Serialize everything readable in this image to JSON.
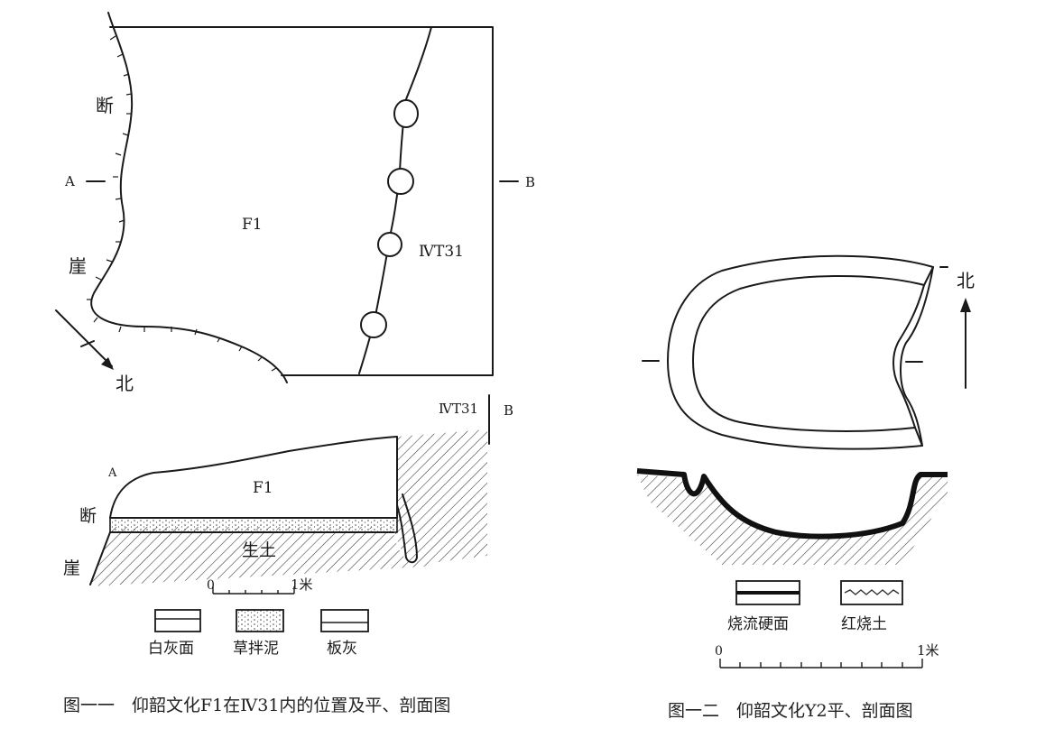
{
  "figure_11": {
    "plan": {
      "cliff_chars": [
        "断",
        "崖"
      ],
      "point_a": "A",
      "point_b": "B",
      "house_label": "F1",
      "trench_label": "ⅣT31",
      "north": "北"
    },
    "section": {
      "trench_label": "ⅣT31",
      "point_b": "B",
      "point_a": "A",
      "house_label": "F1",
      "cliff_chars": [
        "断",
        "崖"
      ],
      "soil_label": "生土"
    },
    "scale": {
      "start": "0",
      "end": "1米"
    },
    "legend": [
      {
        "label": "白灰面"
      },
      {
        "label": "草拌泥"
      },
      {
        "label": "板灰"
      }
    ],
    "caption": "图一一　仰韶文化F1在Ⅳ31内的位置及平、剖面图"
  },
  "figure_12": {
    "north": "北",
    "legend": [
      {
        "label": "烧流硬面"
      },
      {
        "label": "红烧土"
      }
    ],
    "scale": {
      "start": "0",
      "end": "1米"
    },
    "caption": "图一二　仰韶文化Y2平、剖面图"
  }
}
